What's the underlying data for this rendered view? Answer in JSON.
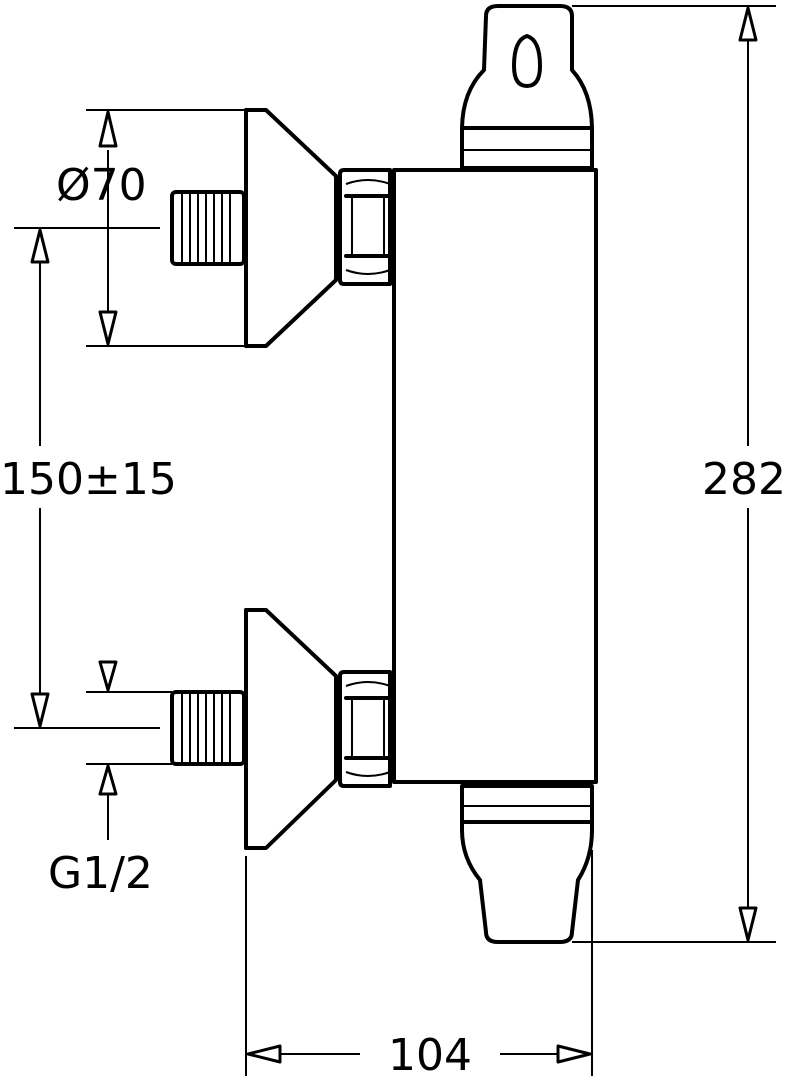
{
  "dimensions": {
    "diameter": "Ø70",
    "spacing": "150±15",
    "height": "282",
    "thread": "G1/2",
    "width": "104"
  },
  "colors": {
    "line": "#000000",
    "background": "#ffffff"
  }
}
